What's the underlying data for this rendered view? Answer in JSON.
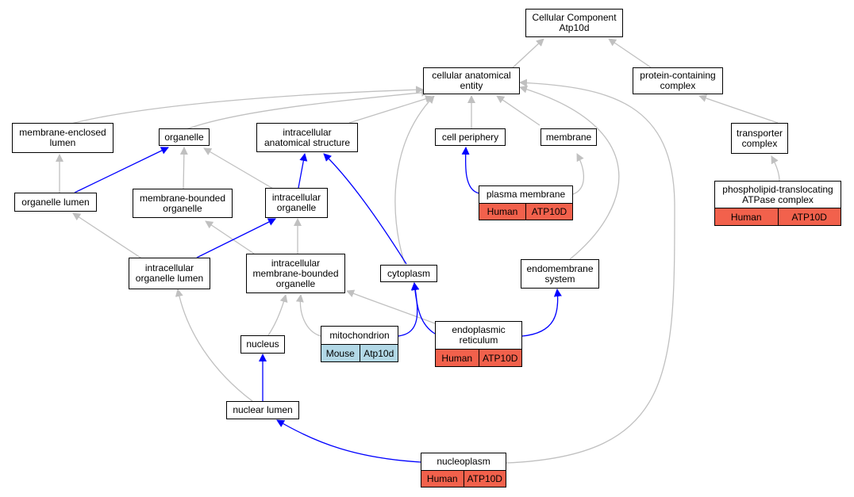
{
  "graph": {
    "colors": {
      "is_a": "#c0c0c0",
      "part_of": "#0000ff",
      "human": "#f2614c",
      "mouse": "#b2d8e6"
    },
    "nodes": {
      "cellular_component": "Cellular Component\nAtp10d",
      "cellular_anatomical_entity": "cellular anatomical\nentity",
      "protein_containing_complex": "protein-containing\ncomplex",
      "membrane_enclosed_lumen": "membrane-enclosed\nlumen",
      "organelle": "organelle",
      "intracellular_anatomical_structure": "intracellular\nanatomical structure",
      "cell_periphery": "cell periphery",
      "membrane": "membrane",
      "transporter_complex": "transporter\ncomplex",
      "organelle_lumen": "organelle lumen",
      "membrane_bounded_organelle": "membrane-bounded\norganelle",
      "intracellular_organelle": "intracellular\norganelle",
      "plasma_membrane": "plasma membrane",
      "phospholipid_translocating_atpase_complex": "phospholipid-translocating\nATPase complex",
      "intracellular_organelle_lumen": "intracellular\norganelle lumen",
      "intracellular_membrane_bounded_organelle": "intracellular\nmembrane-bounded\norganelle",
      "cytoplasm": "cytoplasm",
      "endomembrane_system": "endomembrane\nsystem",
      "mitochondrion": "mitochondrion",
      "endoplasmic_reticulum": "endoplasmic\nreticulum",
      "nucleus": "nucleus",
      "nuclear_lumen": "nuclear lumen",
      "nucleoplasm": "nucleoplasm"
    },
    "annotations": {
      "plasma_membrane": {
        "species": "Human",
        "gene": "ATP10D"
      },
      "phospholipid_translocating_atpase_complex": {
        "species": "Human",
        "gene": "ATP10D"
      },
      "mitochondrion": {
        "species": "Mouse",
        "gene": "Atp10d"
      },
      "endoplasmic_reticulum": {
        "species": "Human",
        "gene": "ATP10D"
      },
      "nucleoplasm": {
        "species": "Human",
        "gene": "ATP10D"
      }
    }
  }
}
